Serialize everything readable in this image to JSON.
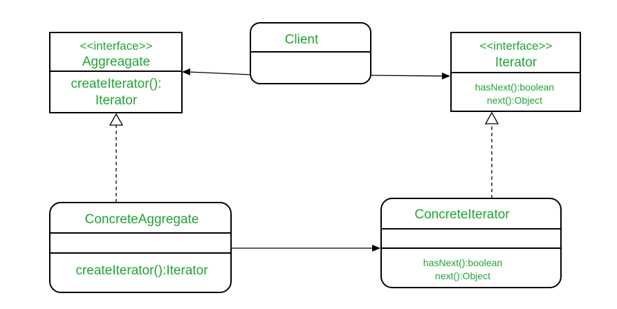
{
  "classes": {
    "aggregate": {
      "stereotype": "<<interface>>",
      "name": "Aggreagate",
      "methods": [
        "createIterator():",
        "Iterator"
      ]
    },
    "client": {
      "name": "Client"
    },
    "iterator": {
      "stereotype": "<<interface>>",
      "name": "Iterator",
      "methods": [
        "hasNext():boolean",
        "next():Object"
      ]
    },
    "concrete_aggregate": {
      "name": "ConcreteAggregate",
      "methods": [
        "createIterator():Iterator"
      ]
    },
    "concrete_iterator": {
      "name": "ConcreteIterator",
      "methods": [
        "hasNext():boolean",
        "next():Object"
      ]
    }
  },
  "colors": {
    "text": "#1fa52e",
    "lines": "#000000"
  }
}
